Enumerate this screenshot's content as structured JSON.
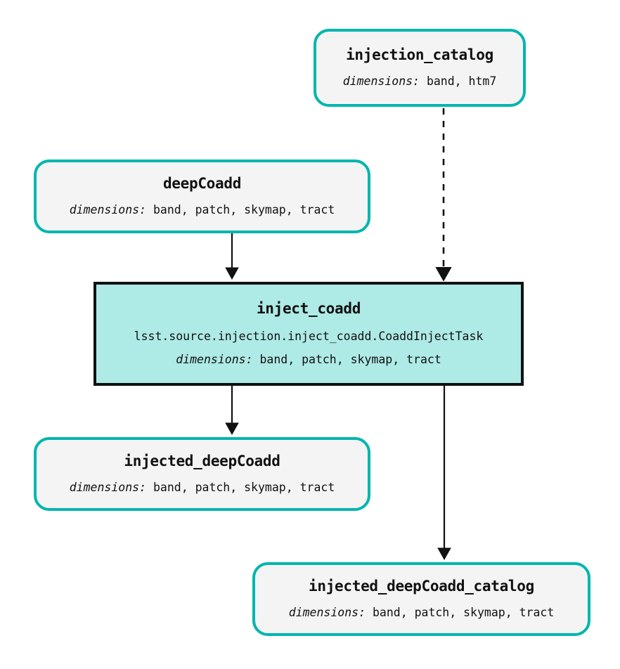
{
  "diagram": {
    "type": "pipeline-dag",
    "background_color": "#ffffff",
    "dataset_border_color": "#00b6ae",
    "dataset_fill_color": "#f4f4f4",
    "task_border_color": "#111111",
    "task_fill_color": "#aeeae6",
    "edge_color": "#111111",
    "dimensions_label": "dimensions:"
  },
  "nodes": [
    {
      "id": "injection_catalog",
      "kind": "dataset",
      "title": "injection_catalog",
      "dims_key": "dimensions:",
      "dims_value": "band, htm7"
    },
    {
      "id": "deepCoadd",
      "kind": "dataset",
      "title": "deepCoadd",
      "dims_key": "dimensions:",
      "dims_value": "band, patch, skymap, tract"
    },
    {
      "id": "inject_coadd",
      "kind": "task",
      "title": "inject_coadd",
      "class_path": "lsst.source.injection.inject_coadd.CoaddInjectTask",
      "dims_key": "dimensions:",
      "dims_value": "band, patch, skymap, tract"
    },
    {
      "id": "injected_deepCoadd",
      "kind": "dataset",
      "title": "injected_deepCoadd",
      "dims_key": "dimensions:",
      "dims_value": "band, patch, skymap, tract"
    },
    {
      "id": "injected_deepCoadd_catalog",
      "kind": "dataset",
      "title": "injected_deepCoadd_catalog",
      "dims_key": "dimensions:",
      "dims_value": "band, patch, skymap, tract"
    }
  ],
  "edges": [
    {
      "from": "injection_catalog",
      "to": "inject_coadd",
      "style": "dashed"
    },
    {
      "from": "deepCoadd",
      "to": "inject_coadd",
      "style": "solid"
    },
    {
      "from": "inject_coadd",
      "to": "injected_deepCoadd",
      "style": "solid"
    },
    {
      "from": "inject_coadd",
      "to": "injected_deepCoadd_catalog",
      "style": "solid"
    }
  ]
}
